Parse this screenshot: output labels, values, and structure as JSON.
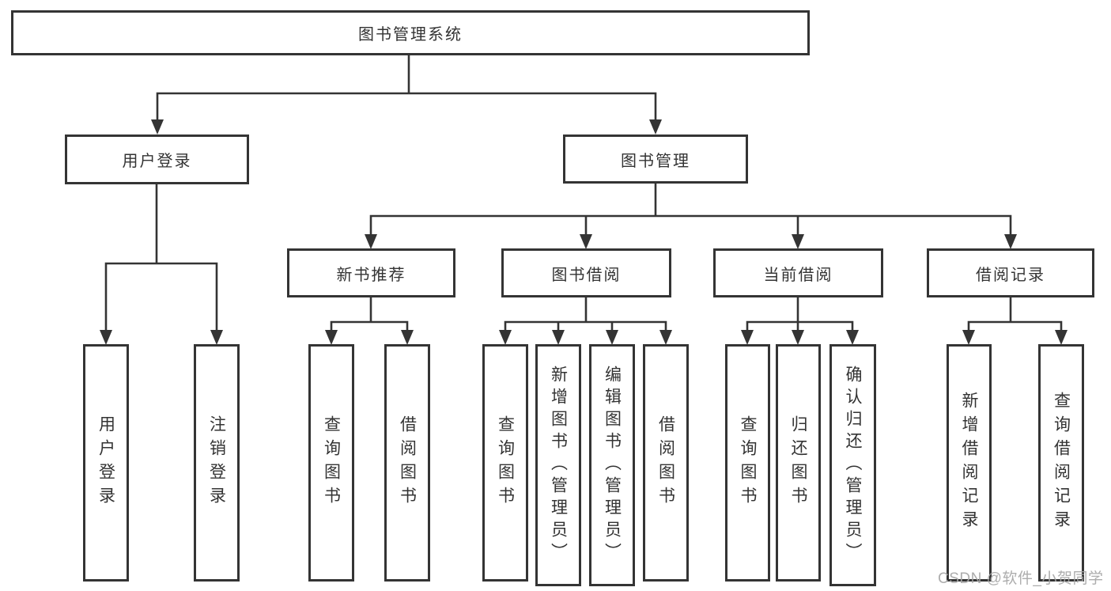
{
  "diagram": {
    "root": {
      "label": "图书管理系统"
    },
    "branches": {
      "user_login": {
        "label": "用户登录"
      },
      "book_management": {
        "label": "图书管理"
      }
    },
    "modules": [
      {
        "label": "新书推荐",
        "parent": "图书管理"
      },
      {
        "label": "图书借阅",
        "parent": "图书管理"
      },
      {
        "label": "当前借阅",
        "parent": "图书管理"
      },
      {
        "label": "借阅记录",
        "parent": "图书管理"
      }
    ],
    "leaves": [
      {
        "label": "用户登录",
        "parent": "用户登录"
      },
      {
        "label": "注销登录",
        "parent": "用户登录"
      },
      {
        "label": "查询图书",
        "parent": "新书推荐"
      },
      {
        "label": "借阅图书",
        "parent": "新书推荐"
      },
      {
        "label": "查询图书",
        "parent": "图书借阅"
      },
      {
        "label": "新增图书（管理员）",
        "parent": "图书借阅"
      },
      {
        "label": "编辑图书（管理员）",
        "parent": "图书借阅"
      },
      {
        "label": "借阅图书",
        "parent": "图书借阅"
      },
      {
        "label": "查询图书",
        "parent": "当前借阅"
      },
      {
        "label": "归还图书",
        "parent": "当前借阅"
      },
      {
        "label": "确认归还（管理员）",
        "parent": "当前借阅"
      },
      {
        "label": "新增借阅记录",
        "parent": "借阅记录"
      },
      {
        "label": "查询借阅记录",
        "parent": "借阅记录"
      }
    ]
  },
  "watermark": {
    "text": "CSDN @软件_小贺同学"
  },
  "colors": {
    "line": "#343434",
    "text": "#333333",
    "background": "#ffffff",
    "watermark": "#a6a6a6"
  }
}
